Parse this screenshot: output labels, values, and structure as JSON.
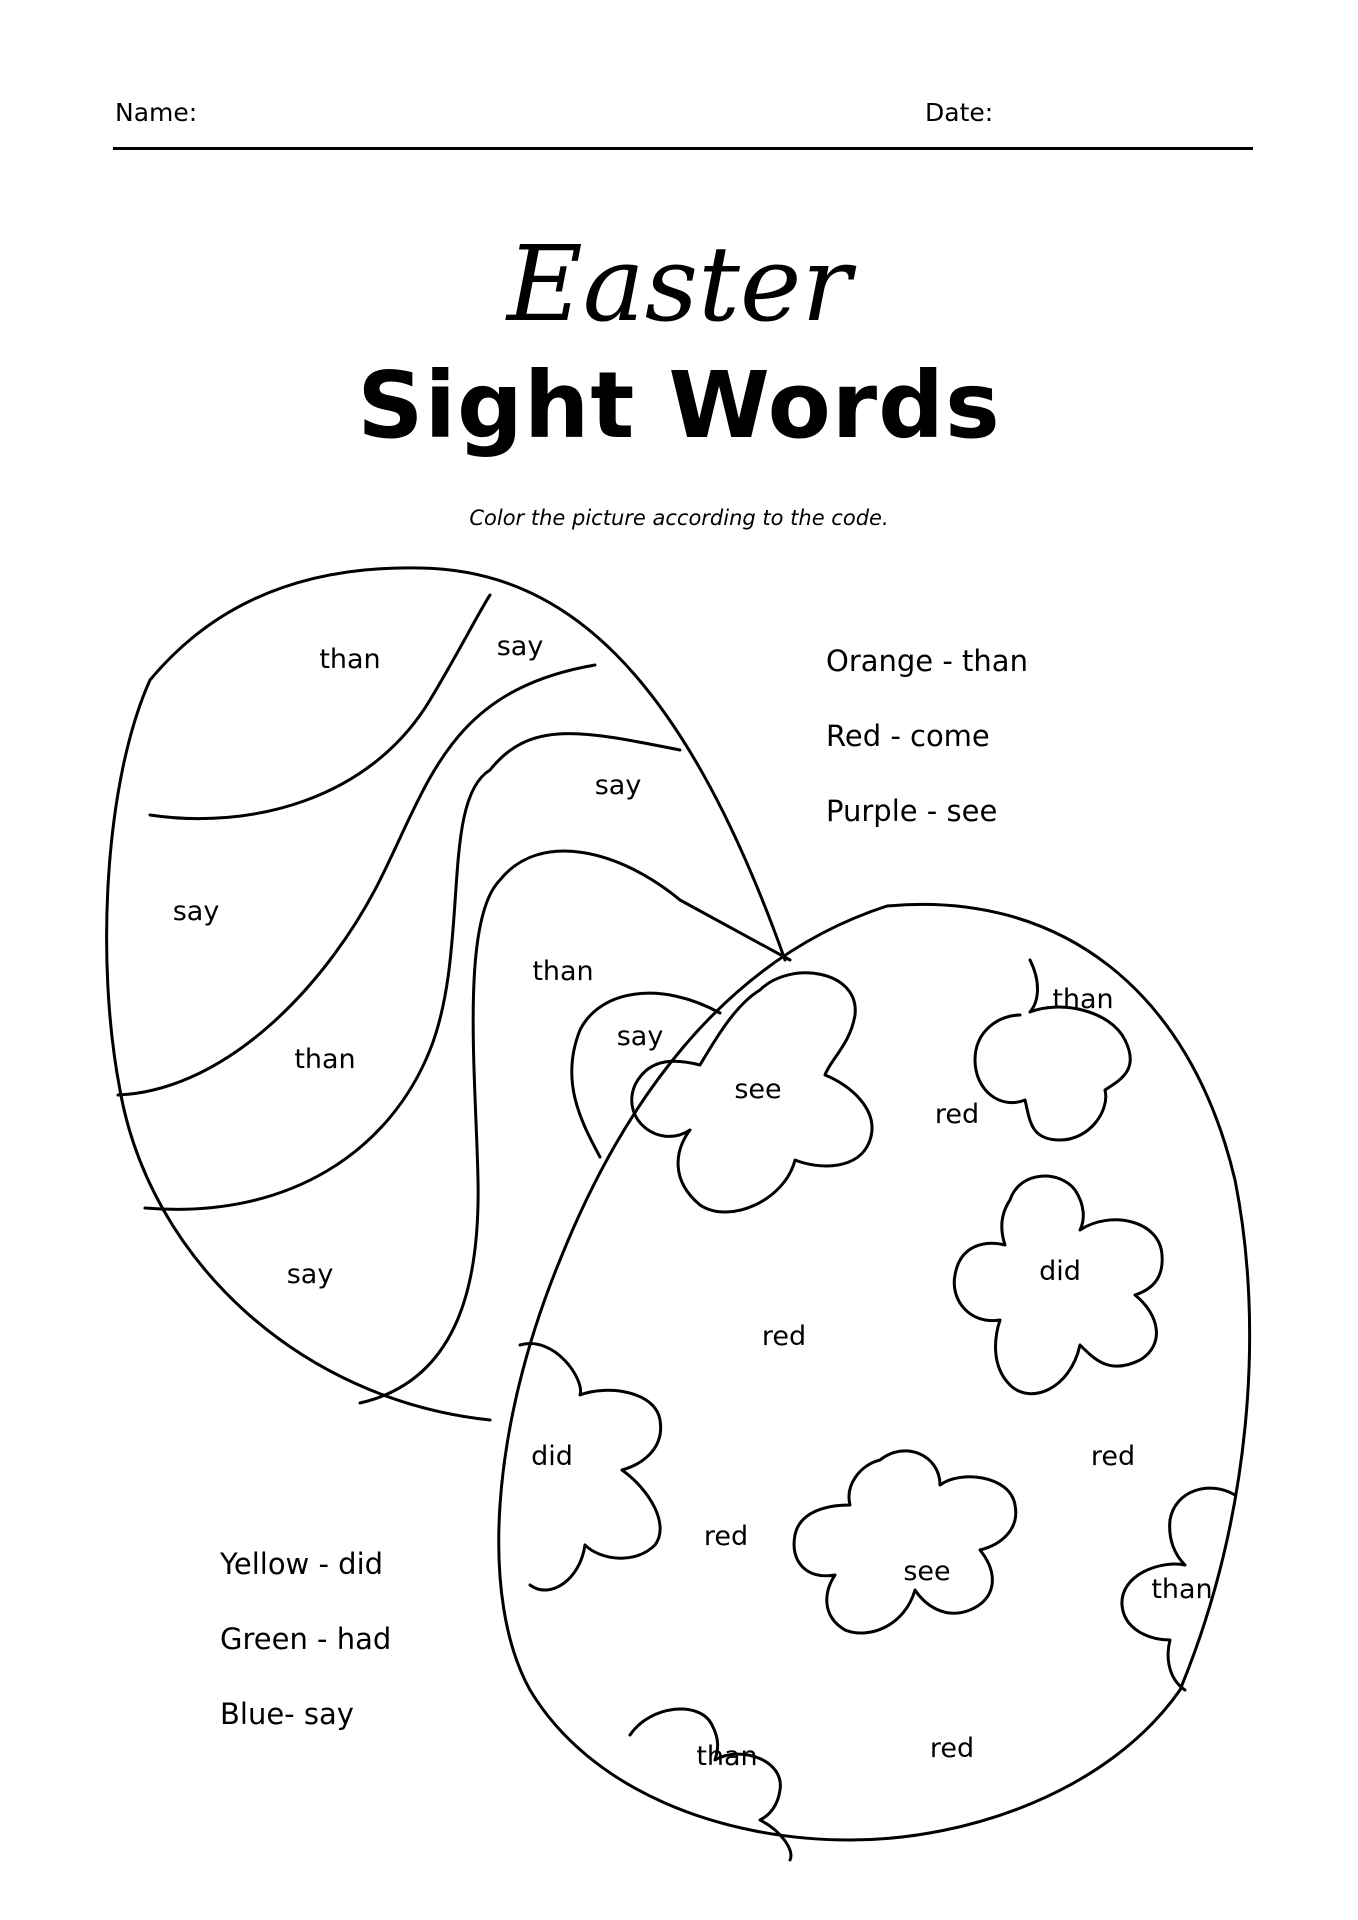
{
  "header": {
    "name_label": "Name:",
    "date_label": "Date:"
  },
  "title": {
    "line1": "Easter",
    "line2": "Sight Words"
  },
  "instructions": "Color the picture according to the code.",
  "color_key_top": [
    "Orange - than",
    "Red - come",
    "Purple -  see"
  ],
  "color_key_bottom": [
    "Yellow -  did",
    "Green - had",
    "Blue- say"
  ],
  "egg_left_words": [
    "than",
    "say",
    "say",
    "say",
    "than",
    "than",
    "say",
    "say"
  ],
  "egg_right_words": [
    "see",
    "than",
    "red",
    "did",
    "red",
    "did",
    "red",
    "red",
    "see",
    "than",
    "than",
    "red"
  ]
}
